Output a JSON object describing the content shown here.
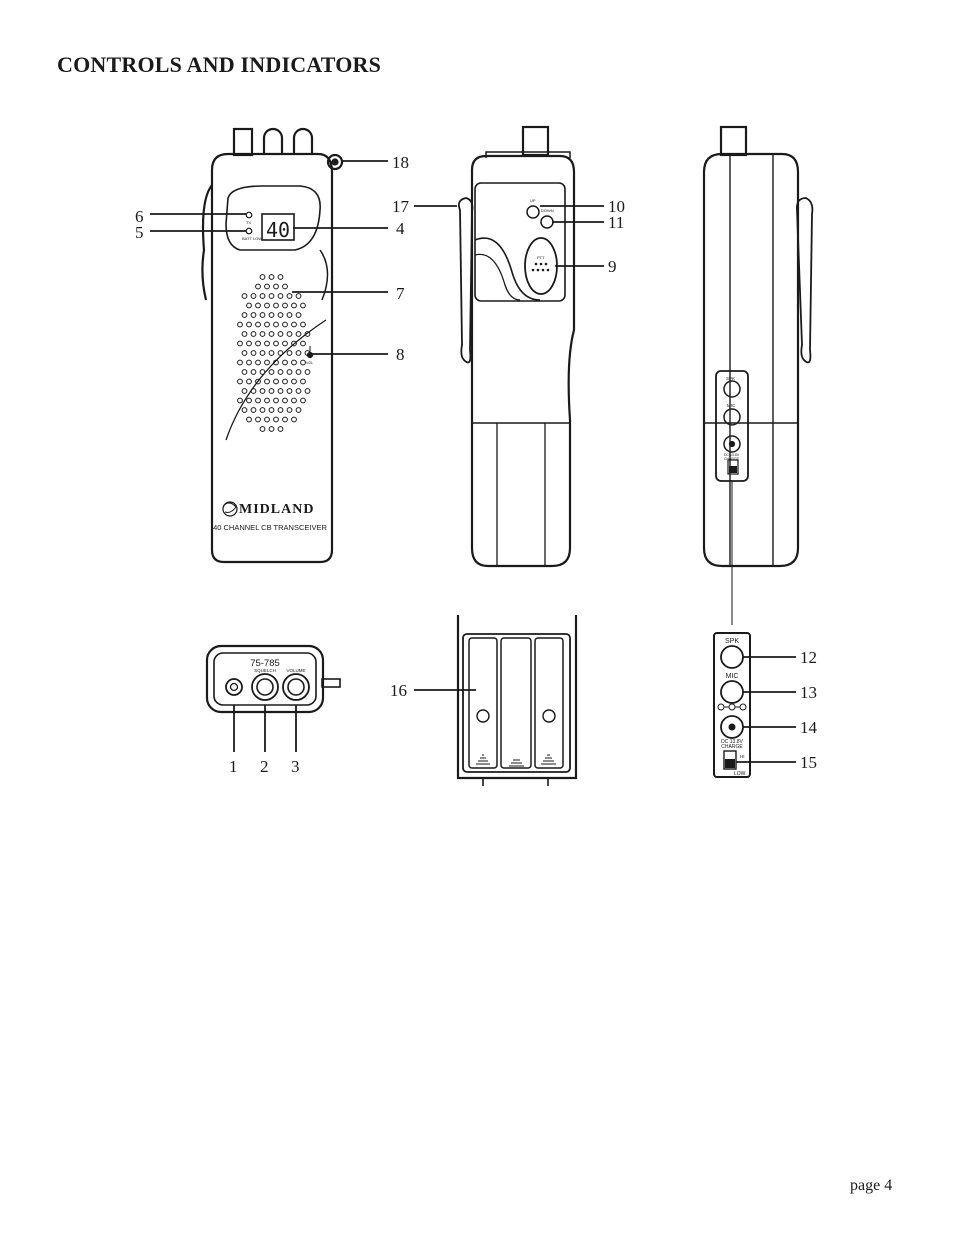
{
  "page": {
    "title": "CONTROLS AND INDICATORS",
    "page_number": "page 4"
  },
  "radio_front": {
    "display_value": "40",
    "tx_label": "TX",
    "batt_low_label": "BATT\nLOW",
    "brand": "MIDLAND",
    "model_line": "40 CHANNEL CB TRANSCEIVER",
    "volume_hint": "VOL"
  },
  "radio_side": {
    "up_label": "UP",
    "down_label": "DOWN",
    "ptt_label": "PTT"
  },
  "radio_back_panel": {
    "spk_label": "SPK",
    "mic_label": "MIC",
    "dc_label": "DC 13.8V",
    "charge_label": "CHARGE"
  },
  "top_panel": {
    "model": "75-785",
    "squelch_label": "SQUELCH",
    "volume_label": "VOLUME"
  },
  "jack_panel": {
    "spk_label": "SPK",
    "mic_label": "MIC",
    "dc_label": "DC 13.8V",
    "charge_label": "CHARGE",
    "hi_label": "HI",
    "low_label": "LOW"
  },
  "callouts": {
    "c1": "1",
    "c2": "2",
    "c3": "3",
    "c4": "4",
    "c5": "5",
    "c6": "6",
    "c7": "7",
    "c8": "8",
    "c9": "9",
    "c10": "10",
    "c11": "11",
    "c12": "12",
    "c13": "13",
    "c14": "14",
    "c15": "15",
    "c16": "16",
    "c17": "17",
    "c18": "18"
  }
}
